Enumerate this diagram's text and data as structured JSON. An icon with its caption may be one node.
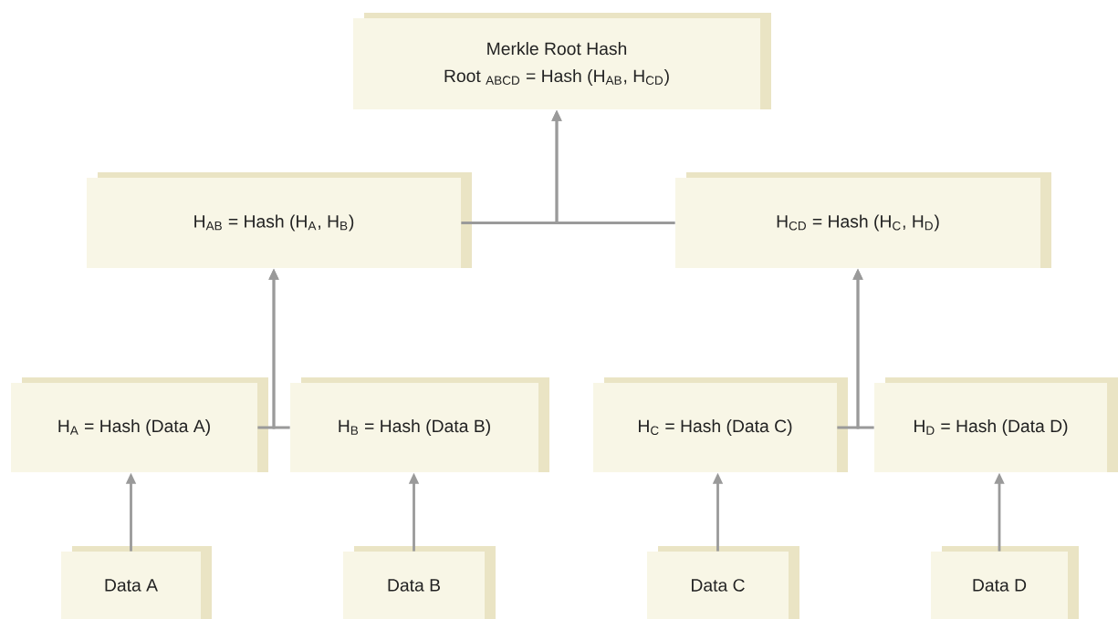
{
  "diagram": {
    "nodes": [
      {
        "text": [
          "Merkle Root Hash",
          "Root $_{ABCD}$ = Hash (H$_{AB}$, H$_{CD}$)"
        ]
      },
      {
        "text": [
          "H$_{AB}$ = Hash (H$_{A}$, H$_{B}$)"
        ]
      },
      {
        "text": [
          "H$_{CD}$ = Hash (H$_{C}$, H$_{D}$)"
        ]
      },
      {
        "text": [
          "H$_{A}$ = Hash (Data A)"
        ]
      },
      {
        "text": [
          "H$_{B}$ = Hash (Data B)"
        ]
      },
      {
        "text": [
          "H$_{C}$ = Hash (Data C)"
        ]
      },
      {
        "text": [
          "H$_{D}$ = Hash (Data D)"
        ]
      },
      {
        "text": [
          "Data A"
        ]
      },
      {
        "text": [
          "Data B"
        ]
      },
      {
        "text": [
          "Data C"
        ]
      },
      {
        "text": [
          "Data D"
        ]
      }
    ],
    "edges": [
      {
        "from": 1,
        "to": 0,
        "arrow": "to"
      },
      {
        "from": 2,
        "to": 0,
        "arrow": "to"
      },
      {
        "from": 3,
        "to": 1,
        "arrow": "to"
      },
      {
        "from": 4,
        "to": 1,
        "arrow": "to"
      },
      {
        "from": 5,
        "to": 2,
        "arrow": "to"
      },
      {
        "from": 6,
        "to": 2,
        "arrow": "to"
      },
      {
        "from": 7,
        "to": 3,
        "arrow": "to"
      },
      {
        "from": 8,
        "to": 4,
        "arrow": "to"
      },
      {
        "from": 9,
        "to": 5,
        "arrow": "to"
      },
      {
        "from": 10,
        "to": 6,
        "arrow": "to"
      }
    ]
  }
}
